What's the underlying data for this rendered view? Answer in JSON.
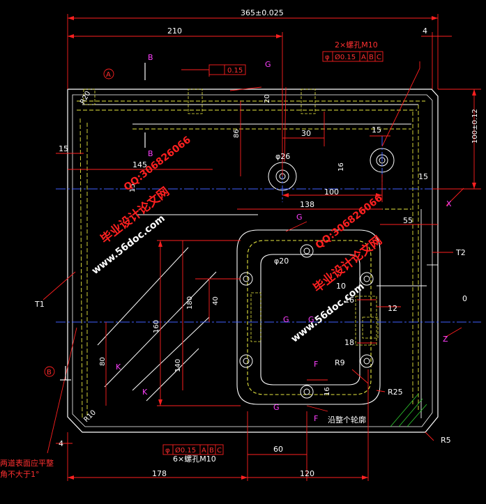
{
  "dimensions": {
    "overall_width": "365±0.025",
    "d210": "210",
    "d4_top": "4",
    "d4_left": "4",
    "d145": "145",
    "d15_left": "15",
    "d15_mid": "15",
    "d15_right": "15",
    "d15_lower_right": "15",
    "d20": "20",
    "d86": "86",
    "d30": "30",
    "d16_a": "16",
    "d16_b": "16",
    "d16_c": "16",
    "d100_h": "100",
    "d100_v": "100±0.12",
    "d138": "138",
    "d55": "55",
    "d160": "160",
    "d180": "180",
    "d40": "40",
    "d80": "80",
    "d140": "140",
    "d12": "12",
    "d18": "18",
    "d10": "10",
    "d0": "0",
    "d60": "60",
    "d178": "178",
    "d120": "120",
    "dia26": "φ26",
    "dia20": "φ20",
    "r9": "R9",
    "r25": "R25",
    "r5": "R5",
    "r10": "R10",
    "r20": "R20"
  },
  "annotations": {
    "thread_top": "2×螺孔M10",
    "thread_bottom": "6×螺孔M10",
    "gtol_top": [
      "φ",
      "Ø0.15",
      "A",
      "B",
      "C"
    ],
    "gtol_bottom": [
      "φ",
      "Ø0.15",
      "A",
      "B",
      "C"
    ],
    "flatness": "0.15",
    "contour_note": "沿整个轮廓",
    "note_line1": "两道表面应平整",
    "note_line2": "角不大于1°",
    "datum_a": "A",
    "datum_b": "B"
  },
  "section_labels": {
    "b_top": "B",
    "b_bottom": "B",
    "g_top": "G",
    "g_mid": "G",
    "g_center": "G",
    "g_right": "G",
    "g_bottom": "G",
    "f_top": "F",
    "f_bottom": "F",
    "x": "X",
    "z": "Z",
    "k_left": "K",
    "k_right": "K",
    "t1": "T1",
    "t2": "T2"
  },
  "watermarks": {
    "brand": "毕业设计论文网",
    "site": "www.56doc.com",
    "qq": "QQ:306826066"
  }
}
